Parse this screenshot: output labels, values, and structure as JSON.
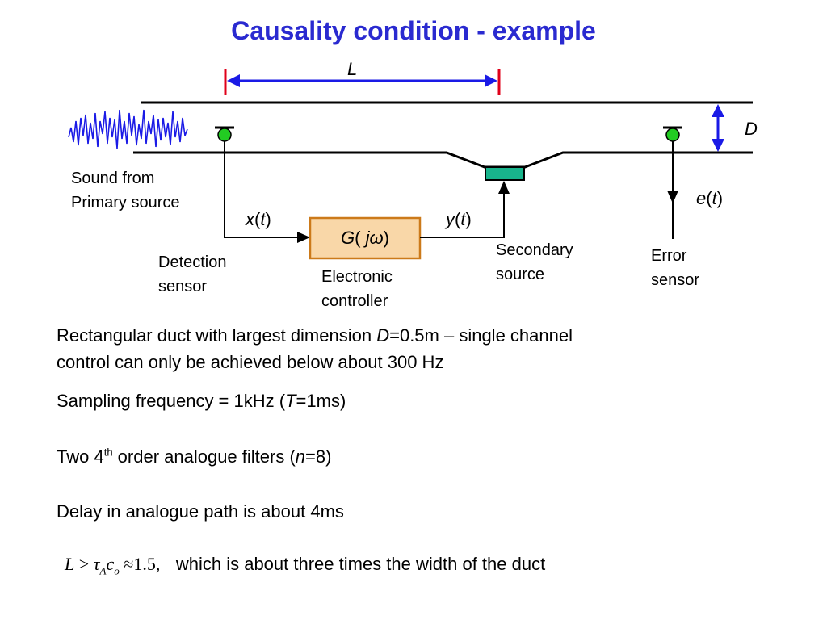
{
  "title": "Causality condition - example",
  "diagram": {
    "length_label": "L",
    "depth_label": "D",
    "source_label_line1": "Sound from",
    "source_label_line2": "Primary source",
    "detection_label_line1": "Detection",
    "detection_label_line2": "sensor",
    "x_signal": {
      "name": "x",
      "arg": "t"
    },
    "y_signal": {
      "name": "y",
      "arg": "t"
    },
    "e_signal": {
      "name": "e",
      "arg": "t"
    },
    "controller_box": {
      "func": "G",
      "arg": "j",
      "omega": "ω"
    },
    "controller_label_line1": "Electronic",
    "controller_label_line2": "controller",
    "secondary_label_line1": "Secondary",
    "secondary_label_line2": "source",
    "error_label_line1": "Error",
    "error_label_line2": "sensor"
  },
  "text": {
    "p1_a": "Rectangular duct with largest dimension ",
    "p1_var": "D",
    "p1_b": "=0.5m – single channel",
    "p1_line2": "control can only be achieved below about 300 Hz",
    "p2_a": "Sampling frequency = 1kHz (",
    "p2_var": "T",
    "p2_b": "=1ms)",
    "p3_a": "Two 4",
    "p3_sup": "th",
    "p3_b": " order analogue filters (",
    "p3_var": "n",
    "p3_c": "=8)",
    "p4": "Delay in analogue path is about 4ms",
    "formula": {
      "L": "L",
      "gt": ">",
      "tau": "τ",
      "tau_sub": "A",
      "c": "c",
      "c_sub": "o",
      "approx": "≈",
      "value": "1.5,",
      "tail": "which is about three times the width of the duct"
    }
  },
  "colors": {
    "title": "#2a2ad0",
    "arrow_blue": "#1a1ae6",
    "tick_red": "#e0001a",
    "sensor_green": "#22cc22",
    "box_fill": "#f9d7a8",
    "box_stroke": "#cc7a1a",
    "source_teal": "#18b48c"
  }
}
